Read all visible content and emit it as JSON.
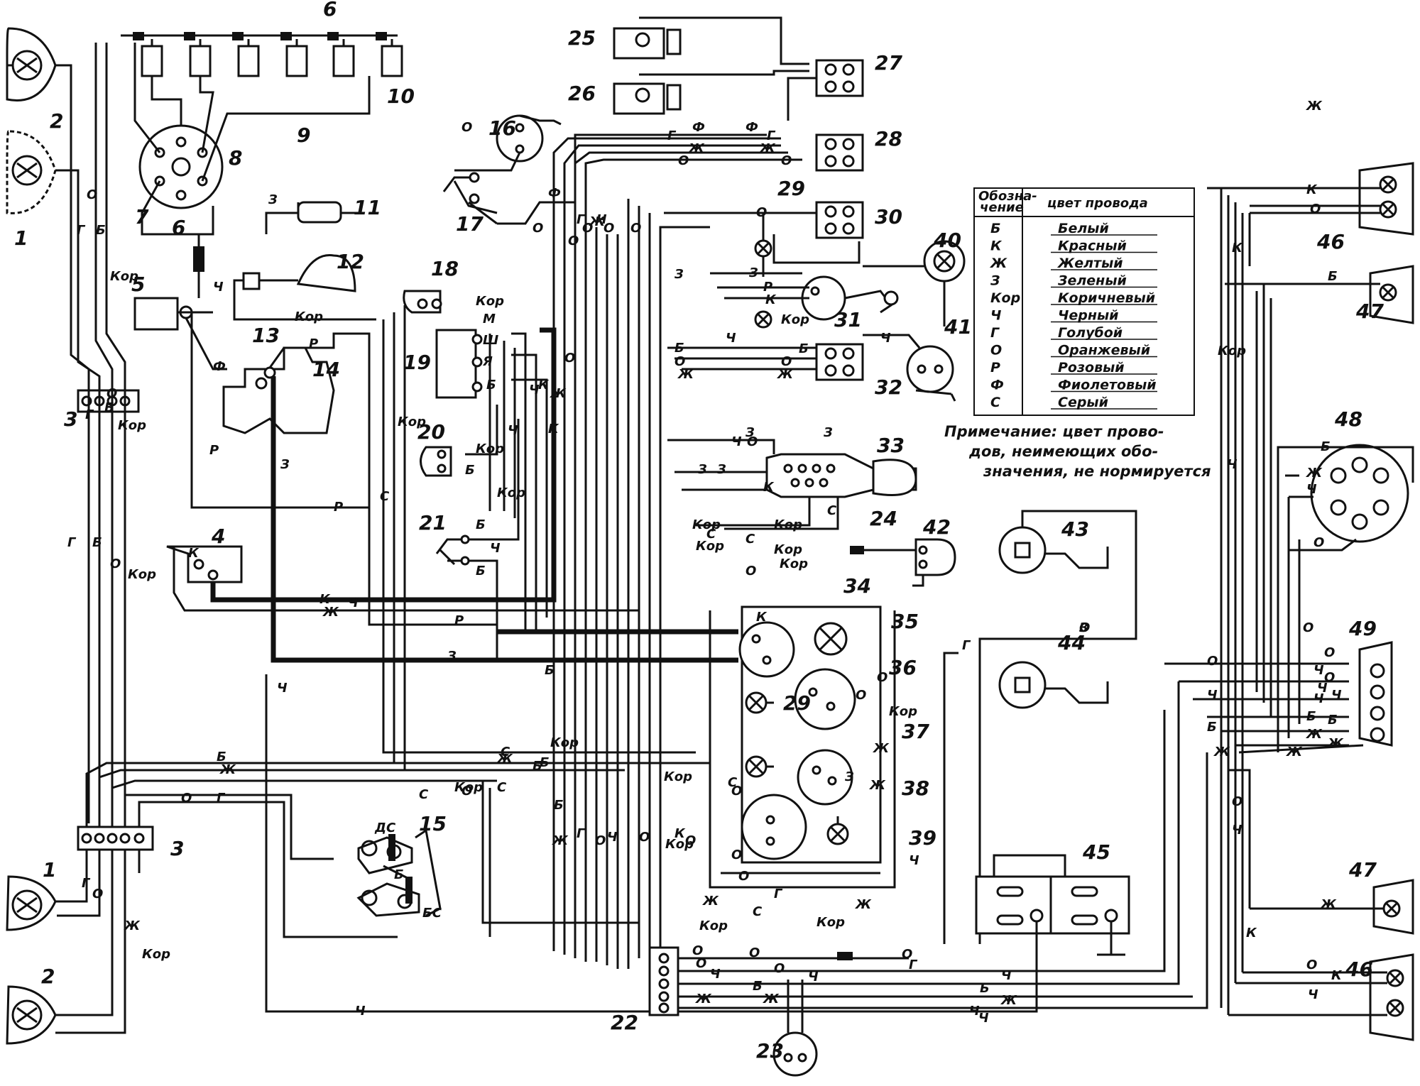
{
  "legend": {
    "header": [
      "Обозна-\nчение",
      "цвет провода"
    ],
    "rows": [
      {
        "code": "Б",
        "color": "Белый"
      },
      {
        "code": "К",
        "color": "Красный"
      },
      {
        "code": "Ж",
        "color": "Желтый"
      },
      {
        "code": "З",
        "color": "Зеленый"
      },
      {
        "code": "Кор",
        "color": "Коричневый"
      },
      {
        "code": "Ч",
        "color": "Черный"
      },
      {
        "code": "Г",
        "color": "Голубой"
      },
      {
        "code": "О",
        "color": "Оранжевый"
      },
      {
        "code": "Р",
        "color": "Розовый"
      },
      {
        "code": "Ф",
        "color": "Фиолетовый"
      },
      {
        "code": "С",
        "color": "Серый"
      }
    ]
  },
  "note": {
    "line1": "Примечание: цвет прово-",
    "line2": "дов, неимеющих обо-",
    "line3": "значения, не нормируется"
  },
  "component_numbers": [
    "1",
    "2",
    "3",
    "4",
    "5",
    "6",
    "7",
    "8",
    "9",
    "10",
    "11",
    "12",
    "13",
    "14",
    "15",
    "16",
    "17",
    "18",
    "19",
    "20",
    "21",
    "22",
    "23",
    "24",
    "25",
    "26",
    "27",
    "28",
    "29",
    "30",
    "31",
    "32",
    "33",
    "34",
    "35",
    "36",
    "37",
    "38",
    "39",
    "40",
    "41",
    "42",
    "43",
    "44",
    "45",
    "46",
    "47",
    "48",
    "49"
  ],
  "wire_labels": [
    "Кор",
    "Б",
    "Г",
    "О",
    "Ж",
    "Ч",
    "С",
    "З",
    "Р",
    "Ф",
    "К",
    "Ш",
    "Я",
    "М",
    "ДС",
    "БС"
  ],
  "relay_labels": {
    "ds": "ДС",
    "b": "Б",
    "bs": "БС"
  }
}
